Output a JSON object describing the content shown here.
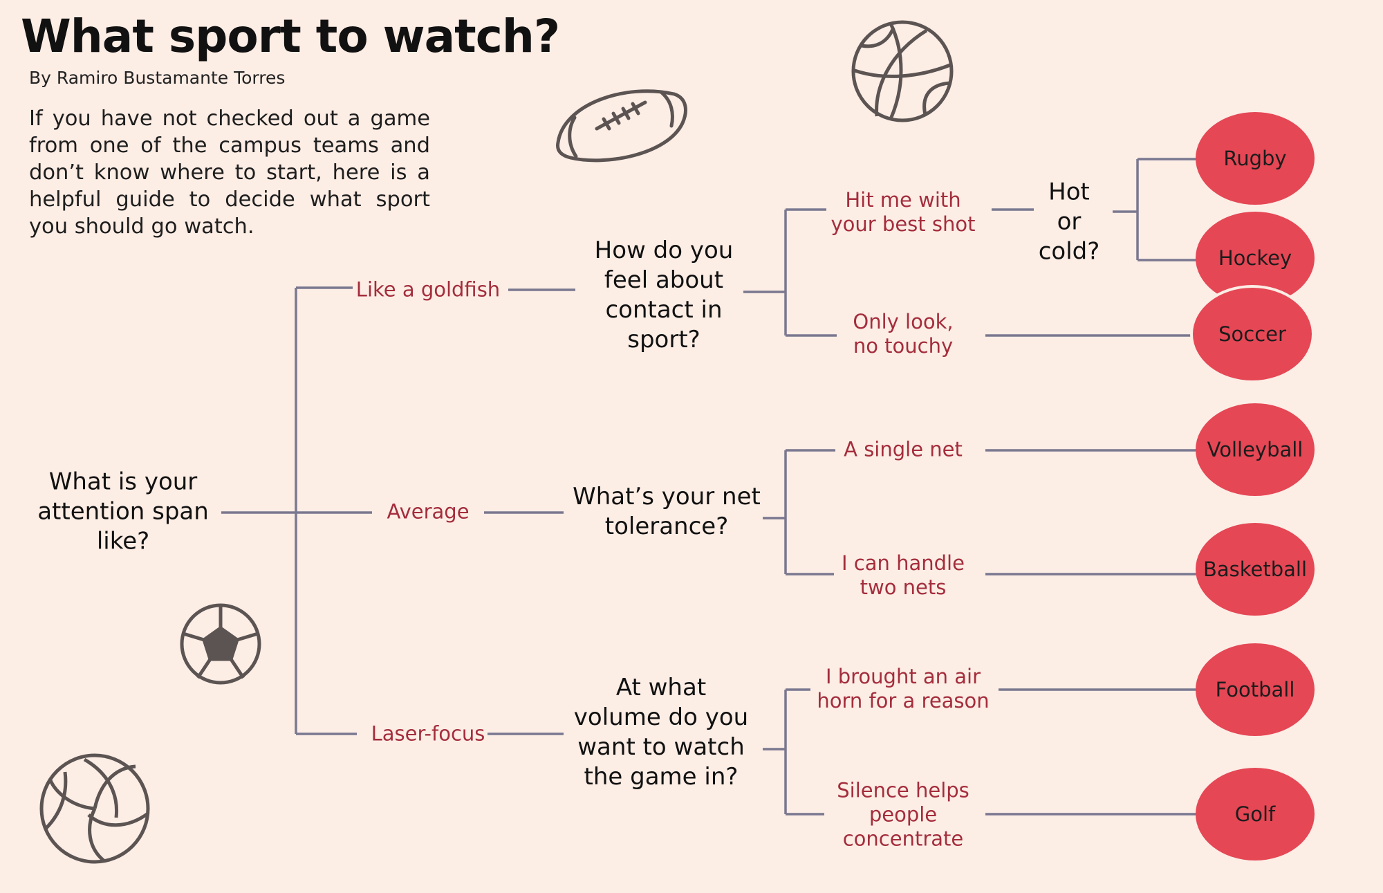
{
  "header": {
    "title": "What sport to watch?",
    "byline": "By Ramiro Bustamante Torres",
    "intro": "If you have not checked out a game from one of the campus teams and don’t know where to start, here is a helpful guide to decide what sport you should go watch."
  },
  "colors": {
    "background": "#fcede5",
    "connector": "#7a7890",
    "answer_text": "#a42d3c",
    "leaf_fill": "#e54755",
    "icon_stroke": "#5b5452"
  },
  "flowchart": {
    "root_question": [
      "What is your",
      "attention span",
      "like?"
    ],
    "branches": [
      {
        "answer": "Like a goldfish",
        "question": [
          "How do you",
          "feel about",
          "contact in",
          "sport?"
        ],
        "options": [
          {
            "answer": [
              "Hit me with",
              "your best shot"
            ],
            "sub_question": [
              "Hot",
              "or",
              "cold?"
            ],
            "results": [
              "Rugby",
              "Hockey"
            ]
          },
          {
            "answer": [
              "Only look,",
              "no touchy"
            ],
            "result": "Soccer"
          }
        ]
      },
      {
        "answer": "Average",
        "question": [
          "What’s your net",
          "tolerance?"
        ],
        "options": [
          {
            "answer": [
              "A single net"
            ],
            "result": "Volleyball"
          },
          {
            "answer": [
              "I can handle",
              "two nets"
            ],
            "result": "Basketball"
          }
        ]
      },
      {
        "answer": "Laser-focus",
        "question": [
          "At what",
          "volume do you",
          "want to watch",
          "the game in?"
        ],
        "options": [
          {
            "answer": [
              "I brought an air",
              "horn for a reason"
            ],
            "result": "Football"
          },
          {
            "answer": [
              "Silence helps",
              "people",
              "concentrate"
            ],
            "result": "Golf"
          }
        ]
      }
    ]
  },
  "icons": [
    "american-football-icon",
    "basketball-icon",
    "soccer-ball-icon",
    "volleyball-icon"
  ]
}
